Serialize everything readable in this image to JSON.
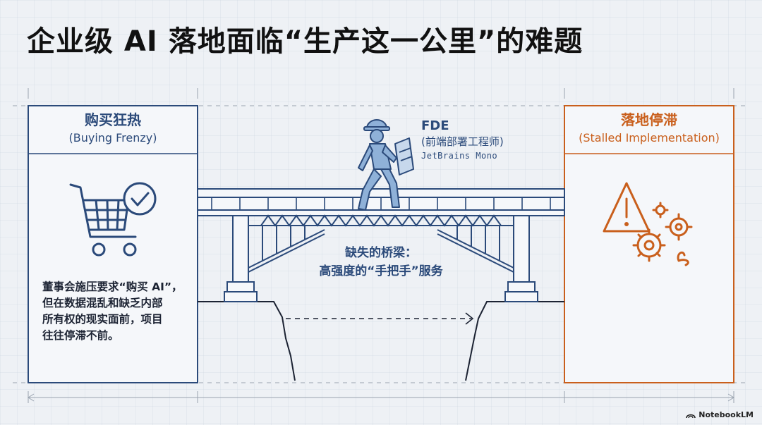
{
  "title": "企业级 AI 落地面临“生产这一公里”的难题",
  "left_panel": {
    "heading_zh": "购买狂热",
    "heading_en": "(Buying Frenzy)",
    "body_lines": [
      "董事会施压要求“购买 AI”，",
      "但在数据混乱和缺乏内部",
      "所有权的现实面前，项目",
      "往往停滞不前。"
    ],
    "icon": "shopping-cart-check-icon",
    "color": "#2b4a7a"
  },
  "right_panel": {
    "heading_zh": "落地停滞",
    "heading_en": "(Stalled Implementation)",
    "icon": "warning-gears-icon",
    "color": "#c95f1c"
  },
  "fde": {
    "name": "FDE",
    "role": "(前端部署工程师)",
    "tag": "JetBrains Mono",
    "icon": "engineer-walking-icon"
  },
  "bridge": {
    "line1": "缺失的桥梁：",
    "line2": "高强度的“手把手”服务"
  },
  "brand": "NotebookLM"
}
